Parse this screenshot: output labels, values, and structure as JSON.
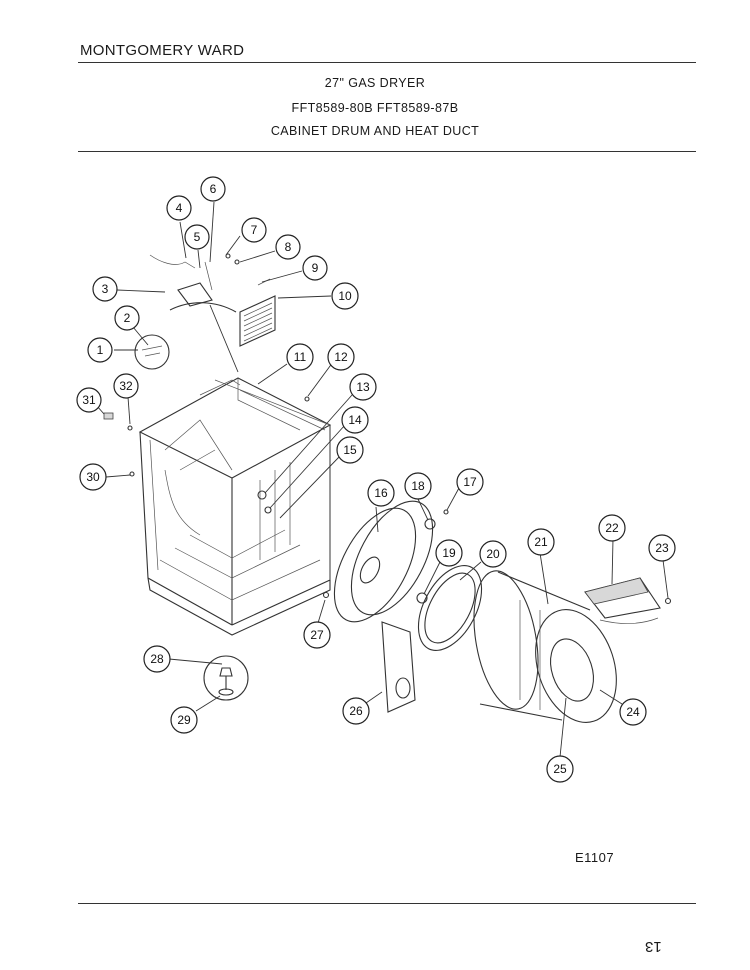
{
  "header": {
    "brand": "MONTGOMERY WARD",
    "line1": "27\" GAS DRYER",
    "line2": "FFT8589-80B  FFT8589-87B",
    "line3": "CABINET DRUM AND HEAT DUCT"
  },
  "callouts": [
    "1",
    "2",
    "3",
    "4",
    "5",
    "6",
    "7",
    "8",
    "9",
    "10",
    "11",
    "12",
    "13",
    "14",
    "15",
    "16",
    "17",
    "18",
    "19",
    "20",
    "21",
    "22",
    "23",
    "24",
    "25",
    "26",
    "27",
    "28",
    "29",
    "30",
    "31",
    "32"
  ],
  "footer": {
    "code": "E1107",
    "page": "13"
  }
}
